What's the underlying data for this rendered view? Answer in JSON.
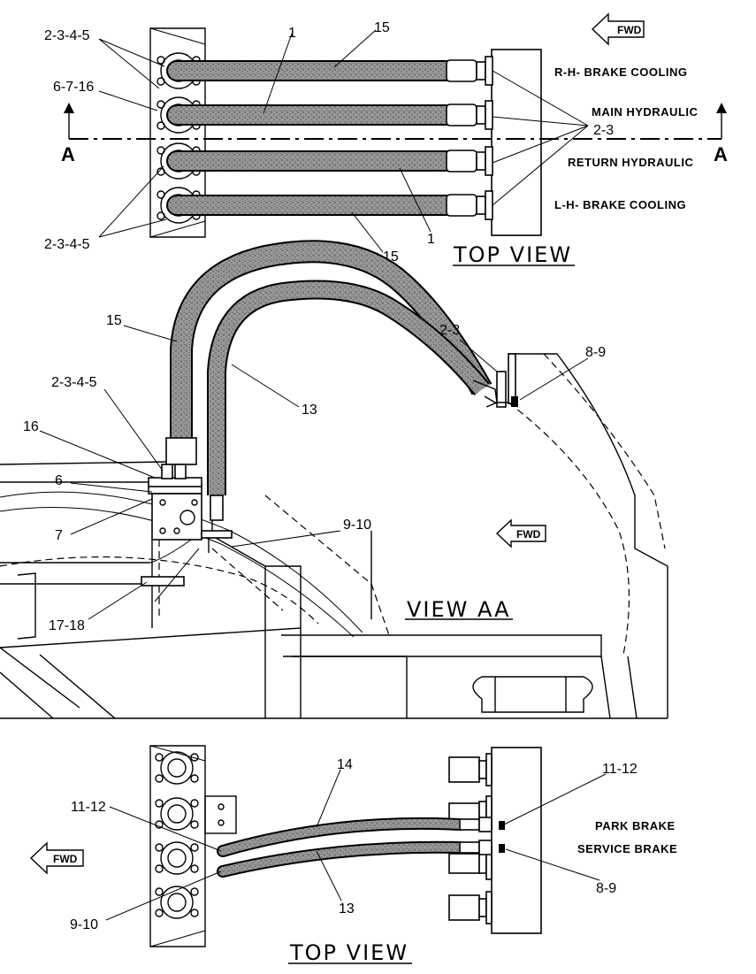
{
  "top_view_1": {
    "title": "TOP VIEW",
    "fwd": "FWD",
    "section_marker": "A",
    "circuits": {
      "rh_brake_cooling": "R-H- BRAKE COOLING",
      "main_hydraulic": "MAIN HYDRAULIC",
      "return_hydraulic": "RETURN HYDRAULIC",
      "lh_brake_cooling": "L-H- BRAKE COOLING"
    },
    "callouts": {
      "c_2345_top": "2-3-4-5",
      "c_6716": "6-7-16",
      "c_2345_bottom": "2-3-4-5",
      "c_1_top": "1",
      "c_15_top": "15",
      "c_23": "2-3",
      "c_1_bottom": "1",
      "c_15_bottom": "15"
    }
  },
  "view_aa": {
    "title": "VIEW AA",
    "fwd": "FWD",
    "callouts": {
      "c_15": "15",
      "c_2345": "2-3-4-5",
      "c_16": "16",
      "c_6": "6",
      "c_7": "7",
      "c_13": "13",
      "c_23": "2-3",
      "c_89": "8-9",
      "c_910": "9-10",
      "c_1718": "17-18"
    }
  },
  "top_view_2": {
    "title": "TOP VIEW",
    "fwd": "FWD",
    "circuits": {
      "park_brake": "PARK BRAKE",
      "service_brake": "SERVICE BRAKE"
    },
    "callouts": {
      "c_14": "14",
      "c_1112_left": "11-12",
      "c_1112_right": "11-12",
      "c_89": "8-9",
      "c_13": "13",
      "c_910": "9-10"
    }
  }
}
